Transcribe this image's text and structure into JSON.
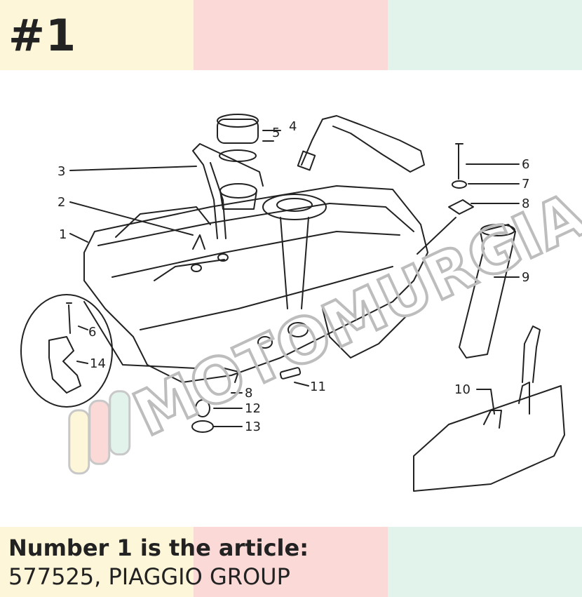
{
  "header": {
    "badge": "#1",
    "band_colors": [
      "#fdf6d8",
      "#fad9d7",
      "#e2f3ec"
    ]
  },
  "diagram": {
    "watermark": "MOTOMURGIA",
    "callouts": [
      "1",
      "2",
      "3",
      "4",
      "5",
      "6",
      "7",
      "8",
      "9",
      "6",
      "14",
      "8",
      "11",
      "10",
      "12",
      "13"
    ]
  },
  "caption": {
    "line1": "Number 1 is the article:",
    "line2": "577525, PIAGGIO GROUP"
  }
}
